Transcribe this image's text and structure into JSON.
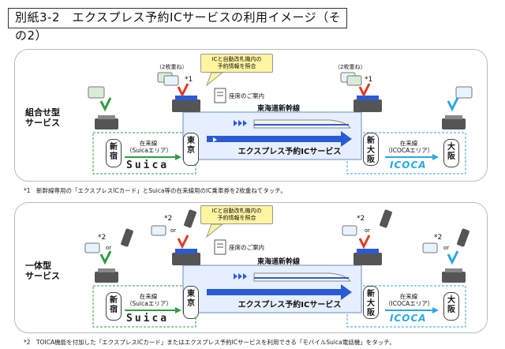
{
  "title": "別紙3-2　エクスプレス予約ICサービスの利用イメージ（その2）",
  "panels": [
    {
      "service_label": "組合せ型\nサービス",
      "callout": "ICと自動改札機内の\n予約情報を照合",
      "seat_info": "座席のご案内",
      "two_cards_left": "（2枚重ね）",
      "two_cards_right": "（2枚重ね）",
      "mark_left": "*1",
      "mark_right": "*1",
      "shinkansen": "東海道新幹線",
      "express": "エクスプレス予約ICサービス",
      "local_left": "在来線\n（Suicaエリア）",
      "local_right": "在来線\n（ICOCAエリア）",
      "brand_left": "Suica",
      "brand_right": "ICOCA",
      "stations": [
        "新宿",
        "東京",
        "新大阪",
        "大阪"
      ],
      "footnote": "*1　新幹線専用の「エクスプレスICカード」とSuica等の在来線用のIC乗車券を2枚重ねてタッチ。"
    },
    {
      "service_label": "一体型\nサービス",
      "callout": "ICと自動改札機内の\n予約情報を照合",
      "seat_info": "座席のご案内",
      "or_text": "or",
      "mark": "*2",
      "shinkansen": "東海道新幹線",
      "express": "エクスプレス予約ICサービス",
      "local_left": "在来線\n（Suicaエリア）",
      "local_right": "在来線\n（ICOCAエリア）",
      "brand_left": "Suica",
      "brand_right": "ICOCA",
      "stations": [
        "新宿",
        "東京",
        "新大阪",
        "大阪"
      ],
      "footnote": "*2　TOICA機能を付加した「エクスプレスICカード」またはエクスプレス予約ICサービスを利用できる「モバイルSuica電話機」をタッチ。"
    }
  ],
  "colors": {
    "express_bar": "#2a5bd7",
    "suica_area": "#2e9e3e",
    "icoca_area": "#2aa8e0",
    "callout_bg": "#fff4a0",
    "touch_mark": "#e03a20"
  }
}
